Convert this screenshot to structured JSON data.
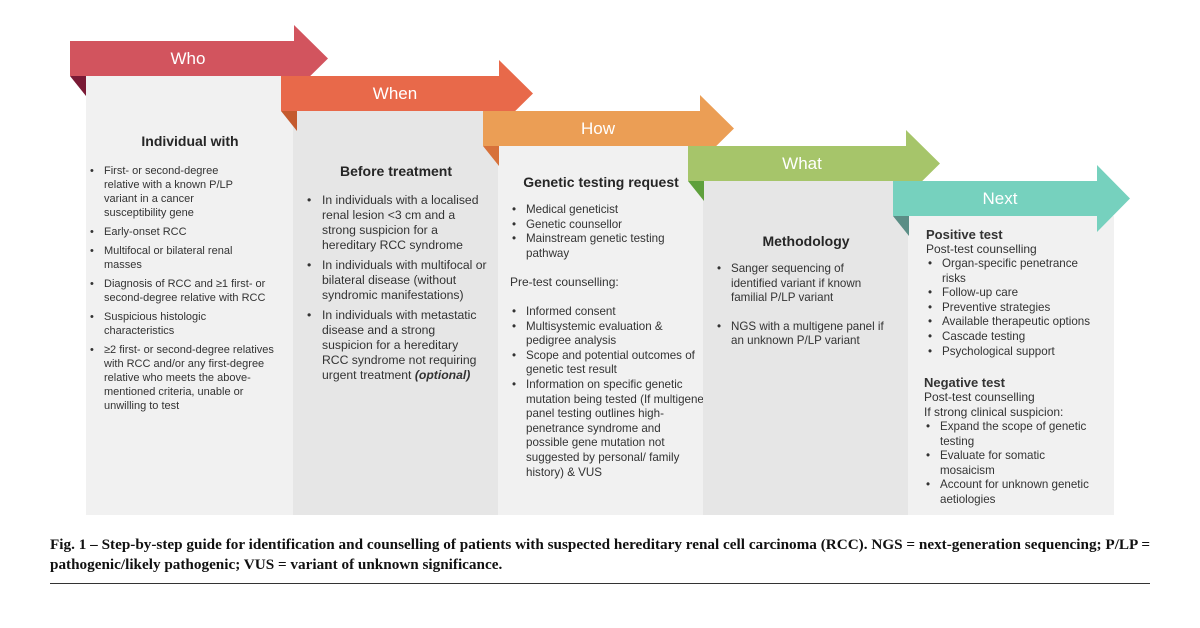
{
  "colors": {
    "who": "#d2545e",
    "who_fold": "#7a1a35",
    "when": "#e8694a",
    "when_fold": "#c45a2e",
    "how": "#eb9e55",
    "how_fold": "#d7713a",
    "what": "#a6c56a",
    "what_fold": "#5fa03c",
    "next": "#76d1be",
    "next_fold": "#5b8e86"
  },
  "steps": [
    {
      "label": "Who"
    },
    {
      "label": "When"
    },
    {
      "label": "How"
    },
    {
      "label": "What"
    },
    {
      "label": "Next"
    }
  ],
  "who": {
    "title": "Individual with",
    "items": [
      "First- or second-degree relative with a known P/LP variant in a cancer susceptibility gene",
      "Early-onset RCC",
      "Multifocal or bilateral renal masses",
      "Diagnosis of RCC and ≥1 first- or second-degree relative with RCC",
      "Suspicious histologic characteristics",
      "≥2 first- or second-degree relatives with RCC and/or any first-degree relative who meets the above-mentioned criteria, unable or unwilling to test"
    ]
  },
  "when": {
    "title": "Before treatment",
    "items": [
      "In individuals with a localised renal lesion <3 cm and a strong suspicion for a hereditary RCC syndrome",
      "In individuals with multifocal or bilateral disease (without syndromic manifestations)",
      "In individuals with metastatic disease and a strong suspicion for a hereditary RCC syndrome not requiring urgent treatment"
    ],
    "optional_note": "(optional)"
  },
  "how": {
    "title": "Genetic testing request",
    "items": [
      "Medical geneticist",
      "Genetic counsellor",
      "Mainstream genetic testing pathway"
    ],
    "pretest_heading": "Pre-test counselling:",
    "pretest_items": [
      "Informed consent",
      "Multisystemic evaluation & pedigree analysis",
      "Scope and potential outcomes of genetic test result",
      "Information on specific genetic mutation being tested (If multigene panel testing outlines high-penetrance syndrome and possible gene mutation not suggested by personal/ family history) & VUS"
    ]
  },
  "what": {
    "title": "Methodology",
    "items": [
      "Sanger sequencing of identified variant if known familial P/LP variant",
      "NGS with a multigene panel if an unknown P/LP variant"
    ]
  },
  "next": {
    "positive_title": "Positive test",
    "positive_sub": "Post-test counselling",
    "positive_items": [
      "Organ-specific penetrance risks",
      "Follow-up care",
      "Preventive strategies",
      "Available therapeutic options",
      "Cascade testing",
      "Psychological support"
    ],
    "negative_title": "Negative test",
    "negative_sub": "Post-test counselling",
    "negative_sub2": "If strong clinical suspicion:",
    "negative_items": [
      "Expand the scope of genetic testing",
      "Evaluate for somatic mosaicism",
      "Account for unknown genetic aetiologies"
    ]
  },
  "caption": "Fig. 1 – Step-by-step guide for identification and counselling of patients with suspected hereditary renal cell carcinoma (RCC). NGS = next-generation sequencing; P/LP = pathogenic/likely pathogenic; VUS = variant of unknown significance."
}
